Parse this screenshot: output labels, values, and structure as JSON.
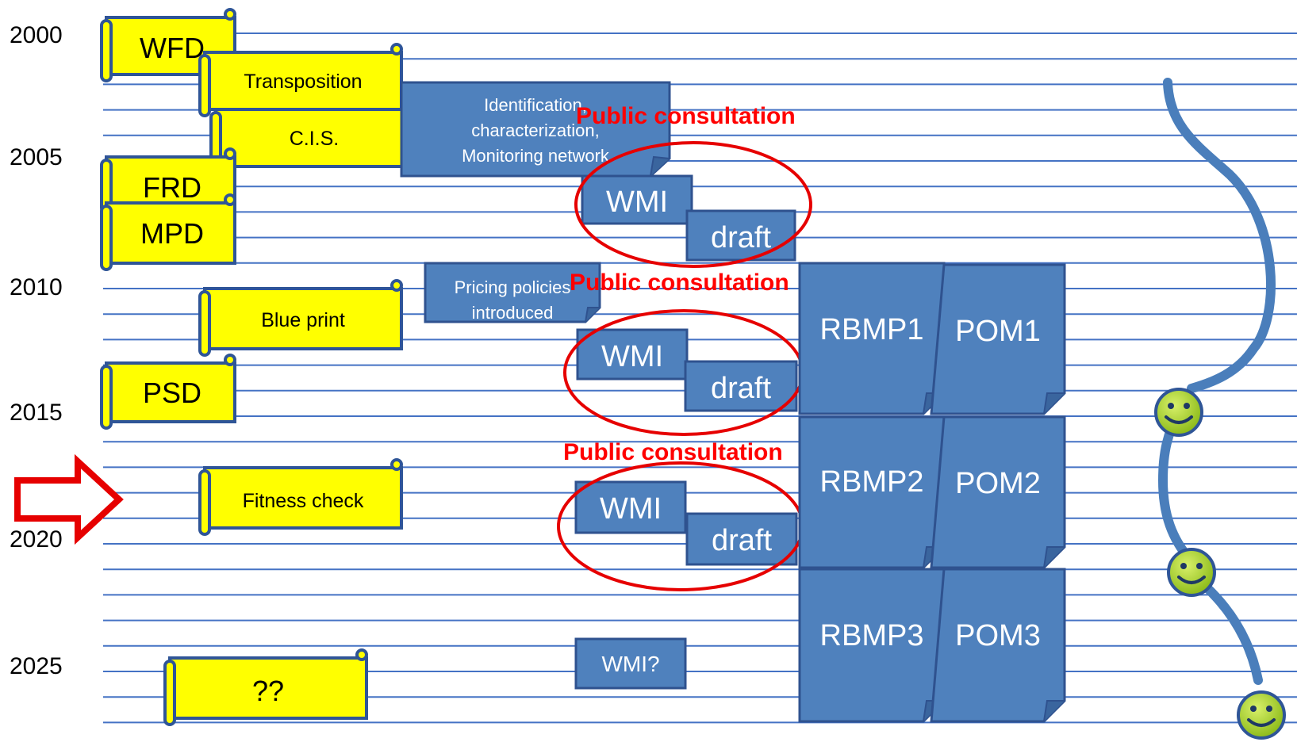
{
  "years": [
    "2000",
    "2005",
    "2010",
    "2015",
    "2020",
    "2025"
  ],
  "directives": {
    "wfd": "WFD",
    "transposition": "Transposition",
    "cis": "C.I.S.",
    "frd": "FRD",
    "mpd": "MPD",
    "blue_print": "Blue print",
    "psd": "PSD",
    "fitness_check": "Fitness check",
    "unknown": "??"
  },
  "tasks": {
    "identification": [
      "Identification,",
      "characterization,",
      "Monitoring network"
    ],
    "pricing": [
      "Pricing policies",
      "introduced"
    ]
  },
  "public_consultation": "Public consultation",
  "cycles": [
    {
      "wmi": "WMI",
      "draft": "draft",
      "rbmp": "RBMP1",
      "pom": "POM1"
    },
    {
      "wmi": "WMI",
      "draft": "draft",
      "rbmp": "RBMP2",
      "pom": "POM2"
    },
    {
      "wmi": "WMI?",
      "draft": "",
      "rbmp": "RBMP3",
      "pom": "POM3"
    }
  ],
  "current_marker": "arrow-right-icon",
  "milestone_icon": "smiley-face-icon",
  "colors": {
    "timeline_line": "#4472c4",
    "scroll_fill": "#ffff00",
    "scroll_border": "#2f5597",
    "box_fill": "#4f81bd",
    "box_border": "#2f528f",
    "consultation": "#ff0000",
    "brace": "#4a7ebb",
    "smiley": "#9acd32"
  }
}
